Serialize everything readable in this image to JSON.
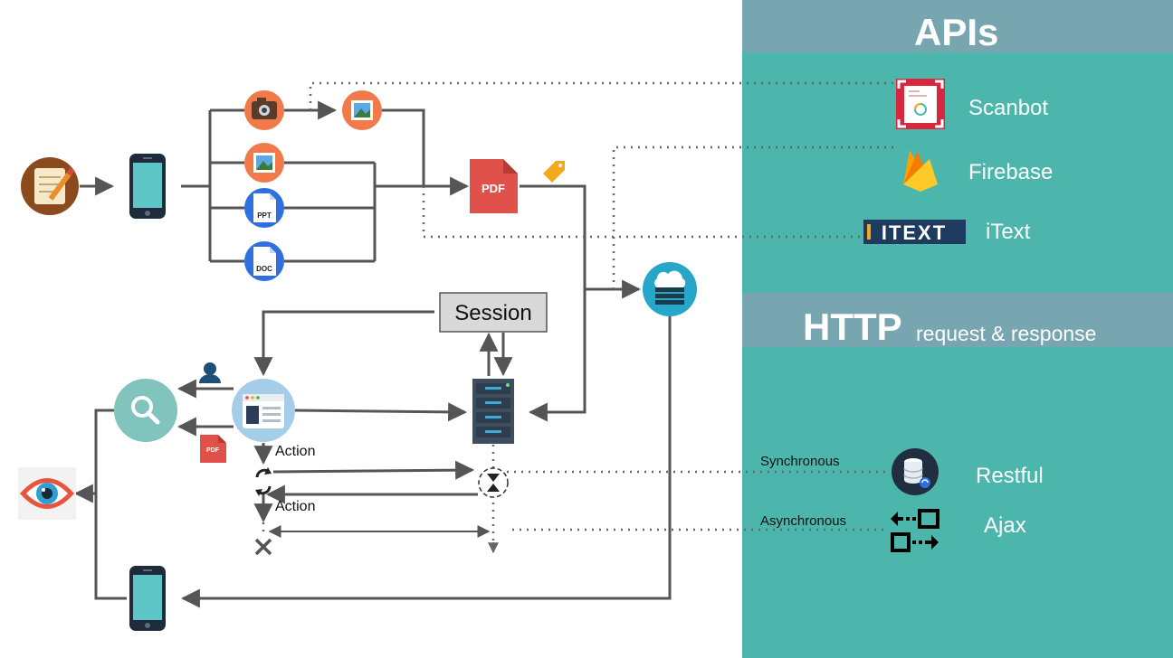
{
  "panel": {
    "apis_title": "APIs",
    "http_title": "HTTP",
    "http_subtitle": "request & response"
  },
  "apis": [
    {
      "name": "Scanbot",
      "icon": "scanbot-logo-icon"
    },
    {
      "name": "Firebase",
      "icon": "firebase-logo-icon"
    },
    {
      "name": "iText",
      "icon": "itext-logo-icon",
      "logo_text": "ITEXT"
    }
  ],
  "http": [
    {
      "name": "Restful",
      "mode": "Synchronous",
      "icon": "database-sync-icon"
    },
    {
      "name": "Ajax",
      "mode": "Asynchronous",
      "icon": "async-arrows-icon"
    }
  ],
  "diagram": {
    "session_label": "Session",
    "action_label_1": "Action",
    "action_label_2": "Action",
    "pdf_label": "PDF",
    "ppt_label": "PPT",
    "doc_label": "DOC",
    "small_pdf_label": "PDF"
  },
  "colors": {
    "panel_teal": "#4db6ac",
    "panel_header": "#78a6b0",
    "line": "#555555",
    "dots": "#666666",
    "orange_circle": "#f07a4a",
    "blue_circle": "#2f6fe0",
    "pdf_red": "#e0514a",
    "cloud_teal": "#26a6c9"
  }
}
